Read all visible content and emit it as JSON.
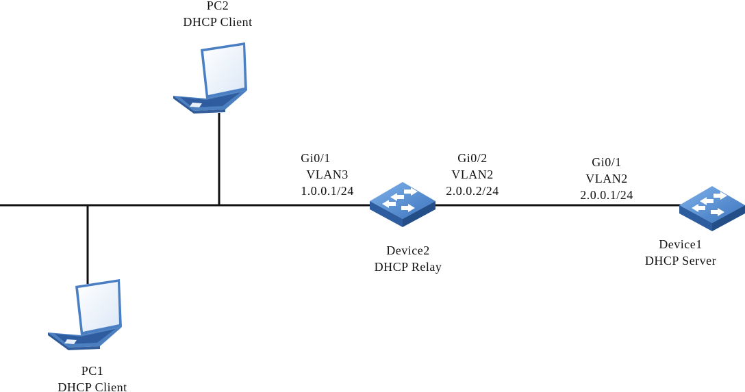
{
  "nodes": {
    "pc2": {
      "name": "PC2",
      "role": "DHCP Client",
      "icon": "laptop-icon"
    },
    "pc1": {
      "name": "PC1",
      "role": "DHCP Client",
      "icon": "laptop-icon"
    },
    "device2": {
      "name": "Device2",
      "role": "DHCP Relay",
      "icon": "switch-icon"
    },
    "device1": {
      "name": "Device1",
      "role": "DHCP Server",
      "icon": "switch-icon"
    }
  },
  "interfaces": {
    "device2_gi01": {
      "port": "Gi0/1",
      "vlan": "VLAN3",
      "ip": "1.0.0.1/24"
    },
    "device2_gi02": {
      "port": "Gi0/2",
      "vlan": "VLAN2",
      "ip": "2.0.0.2/24"
    },
    "device1_gi01": {
      "port": "Gi0/1",
      "vlan": "VLAN2",
      "ip": "2.0.0.1/24"
    }
  },
  "colors": {
    "link": "#111111",
    "device_blue": "#3f78bf",
    "device_light": "#6fa3e0"
  }
}
